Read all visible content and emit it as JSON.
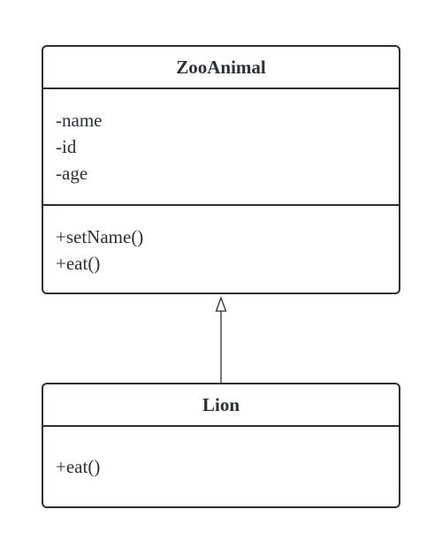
{
  "classes": {
    "zoo_animal": {
      "name": "ZooAnimal",
      "attributes": [
        "-name",
        "-id",
        "-age"
      ],
      "operations": [
        "+setName()",
        "+eat()"
      ]
    },
    "lion": {
      "name": "Lion",
      "operations": [
        "+eat()"
      ]
    }
  },
  "relationships": [
    {
      "type": "inheritance",
      "from": "Lion",
      "to": "ZooAnimal"
    }
  ],
  "colors": {
    "stroke": "#2b2f36",
    "background": "#ffffff"
  }
}
